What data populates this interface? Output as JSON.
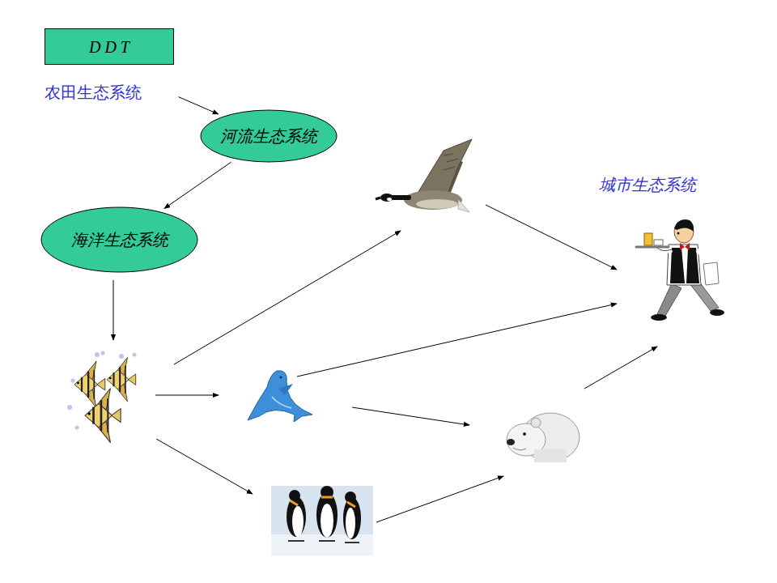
{
  "diagram": {
    "nodes": [
      {
        "text": [
          "D D T",
          "农田生态系统"
        ]
      },
      {
        "text": [
          "河流生态系统"
        ]
      },
      {
        "text": [
          "海洋生态系统"
        ]
      }
    ],
    "edges": [
      {
        "from": 0,
        "to": 1,
        "arrow": "to"
      },
      {
        "from": 1,
        "to": 2,
        "arrow": "to"
      }
    ],
    "labels": [
      "城市生态系统"
    ]
  }
}
